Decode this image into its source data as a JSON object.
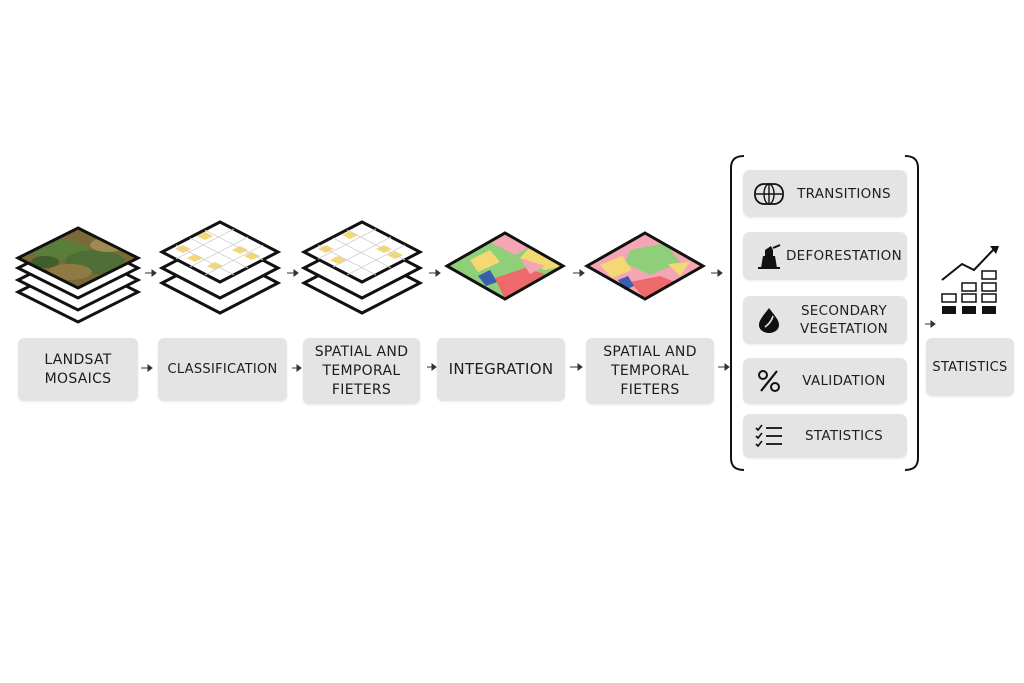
{
  "pipeline": {
    "steps": [
      {
        "label": "LANDSAT\nMOSAICS"
      },
      {
        "label": "CLASSIFICATION"
      },
      {
        "label": "SPATIAL AND\nTEMPORAL\nFIETERS"
      },
      {
        "label": "INTEGRATION"
      },
      {
        "label": "SPATIAL AND\nTEMPORAL\nFIETERS"
      }
    ]
  },
  "outputs": {
    "items": [
      {
        "label": "TRANSITIONS",
        "icon": "globe-icon"
      },
      {
        "label": "DEFORESTATION",
        "icon": "tree-stump-icon"
      },
      {
        "label": "SECONDARY\nVEGETATION",
        "icon": "leaf-drop-icon"
      },
      {
        "label": "VALIDATION",
        "icon": "percent-icon"
      },
      {
        "label": "STATISTICS",
        "icon": "checklist-icon"
      }
    ]
  },
  "final": {
    "label": "STATISTICS",
    "icon": "bar-chart-trend-icon"
  },
  "colors": {
    "box": "#e4e4e4",
    "yellow": "#f3d873",
    "green": "#8fcf7a",
    "red": "#ee6a6a",
    "pink": "#f4a6b4",
    "blue": "#3a5fb0"
  }
}
